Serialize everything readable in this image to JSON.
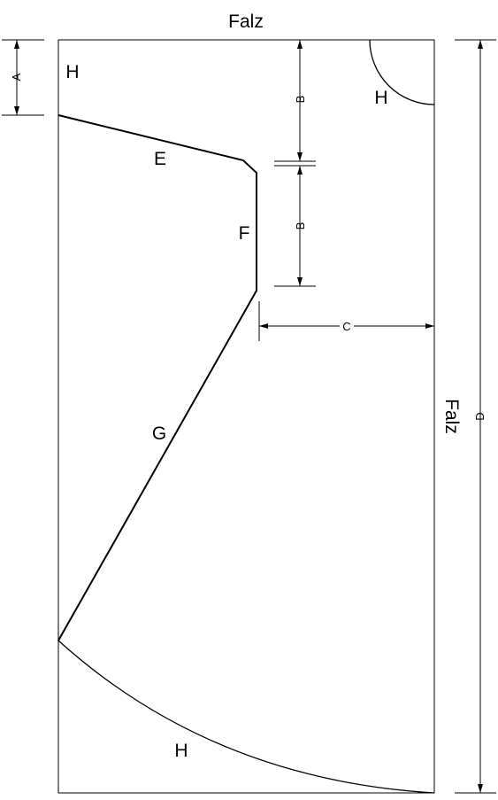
{
  "fold_top": "Falz",
  "fold_right": "Falz",
  "dimensions": {
    "a": "A",
    "b_upper": "B",
    "b_lower": "B",
    "c": "C",
    "d": "D"
  },
  "pieces": {
    "h_top_left": "H",
    "h_top_right": "H",
    "e": "E",
    "f": "F",
    "g": "G",
    "h_bottom": "H"
  },
  "colors": {
    "line": "#000000",
    "background": "#ffffff"
  }
}
